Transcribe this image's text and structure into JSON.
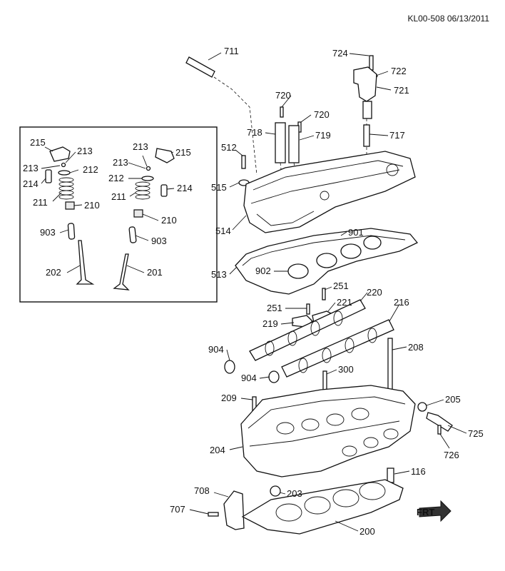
{
  "header": {
    "drawing_id": "KL00-508 06/13/2011"
  },
  "front_indicator": {
    "label": "FRT",
    "icon": "front-arrow-icon"
  },
  "parts": {
    "p711": "711",
    "p724": "724",
    "p722": "722",
    "p721": "721",
    "p720a": "720",
    "p720b": "720",
    "p718": "718",
    "p719": "719",
    "p717": "717",
    "p512": "512",
    "p515": "515",
    "p514": "514",
    "p901": "901",
    "p902": "902",
    "p513": "513",
    "p251a": "251",
    "p251b": "251",
    "p221": "221",
    "p220": "220",
    "p219": "219",
    "p216": "216",
    "p904a": "904",
    "p904b": "904",
    "p208": "208",
    "p300": "300",
    "p209": "209",
    "p205": "205",
    "p725": "725",
    "p726": "726",
    "p204": "204",
    "p116": "116",
    "p708": "708",
    "p707": "707",
    "p203": "203",
    "p200": "200"
  },
  "inset_parts": {
    "p215a": "215",
    "p213a": "213",
    "p213b": "213",
    "p212a": "212",
    "p214a": "214",
    "p211a": "211",
    "p210a": "210",
    "p903a": "903",
    "p202": "202",
    "p213c": "213",
    "p213d": "213",
    "p215b": "215",
    "p212b": "212",
    "p211b": "211",
    "p214b": "214",
    "p210b": "210",
    "p903b": "903",
    "p201": "201"
  }
}
